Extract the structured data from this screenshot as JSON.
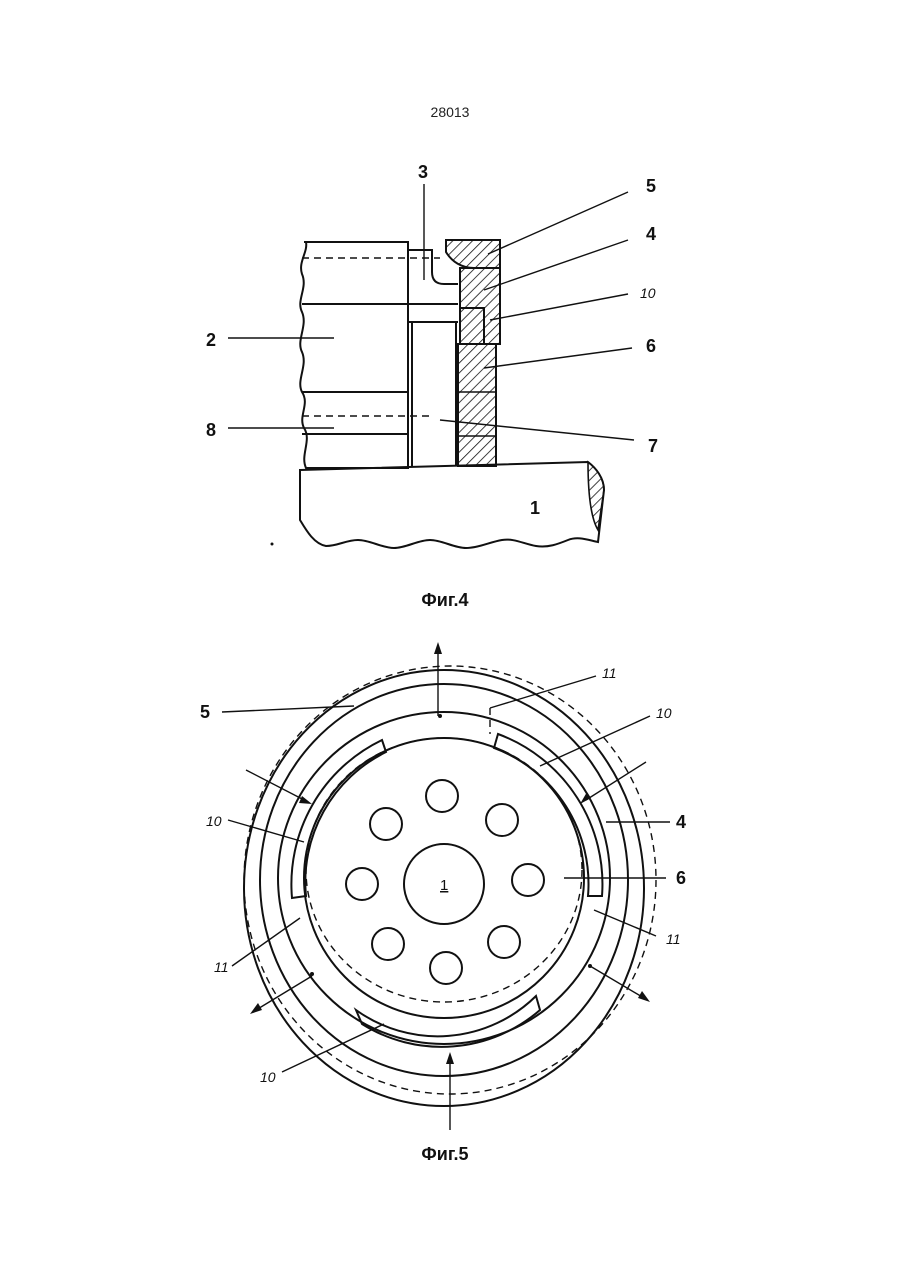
{
  "page": {
    "number": "28013"
  },
  "figure4": {
    "caption": "Фиг.4",
    "labels": {
      "l1": "1",
      "l2": "2",
      "l3": "3",
      "l4": "4",
      "l5": "5",
      "l6": "6",
      "l7": "7",
      "l8": "8",
      "l10": "10"
    }
  },
  "figure5": {
    "caption": "Фиг.5",
    "labels": {
      "l1": "1",
      "l4": "4",
      "l5": "5",
      "l6": "6",
      "l10a": "10",
      "l10b": "10",
      "l10c": "10",
      "l11a": "11",
      "l11b": "11",
      "l11c": "11"
    }
  }
}
